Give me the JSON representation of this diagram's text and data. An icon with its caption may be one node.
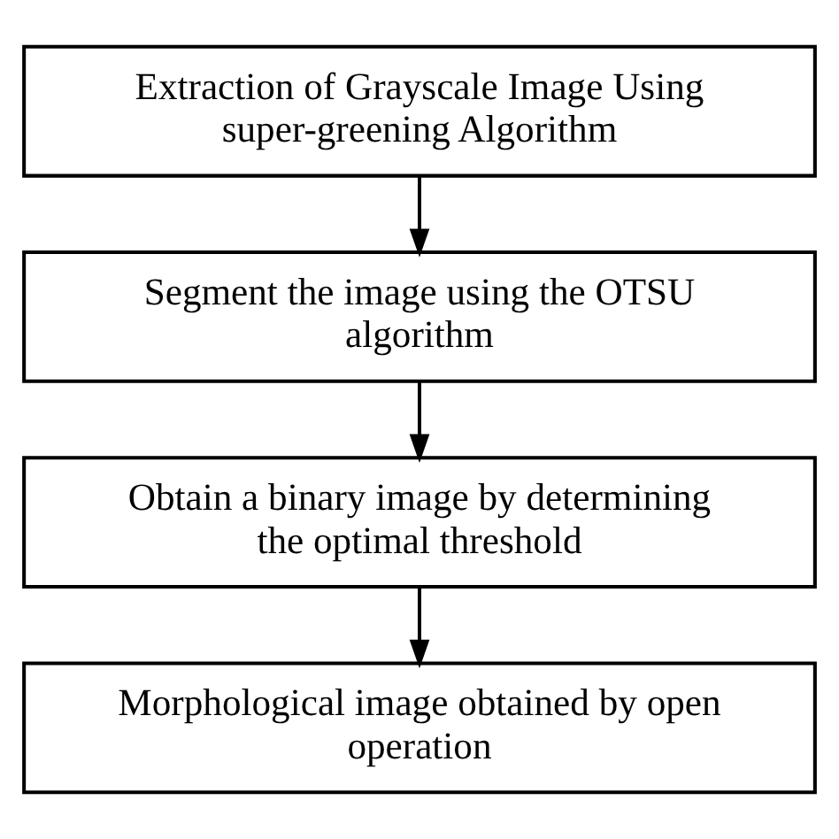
{
  "diagram": {
    "nodes": [
      {
        "text": [
          "Extraction of Grayscale Image Using super-greening Algorithm"
        ]
      },
      {
        "text": [
          "Segment the image using the OTSU algorithm"
        ]
      },
      {
        "text": [
          "Obtain a binary image by determining the optimal threshold"
        ]
      },
      {
        "text": [
          "Morphological image obtained by open operation"
        ]
      }
    ],
    "edges": [
      {
        "from": 0,
        "to": 1,
        "arrow": "to"
      },
      {
        "from": 1,
        "to": 2,
        "arrow": "to"
      },
      {
        "from": 2,
        "to": 3,
        "arrow": "to"
      }
    ]
  }
}
